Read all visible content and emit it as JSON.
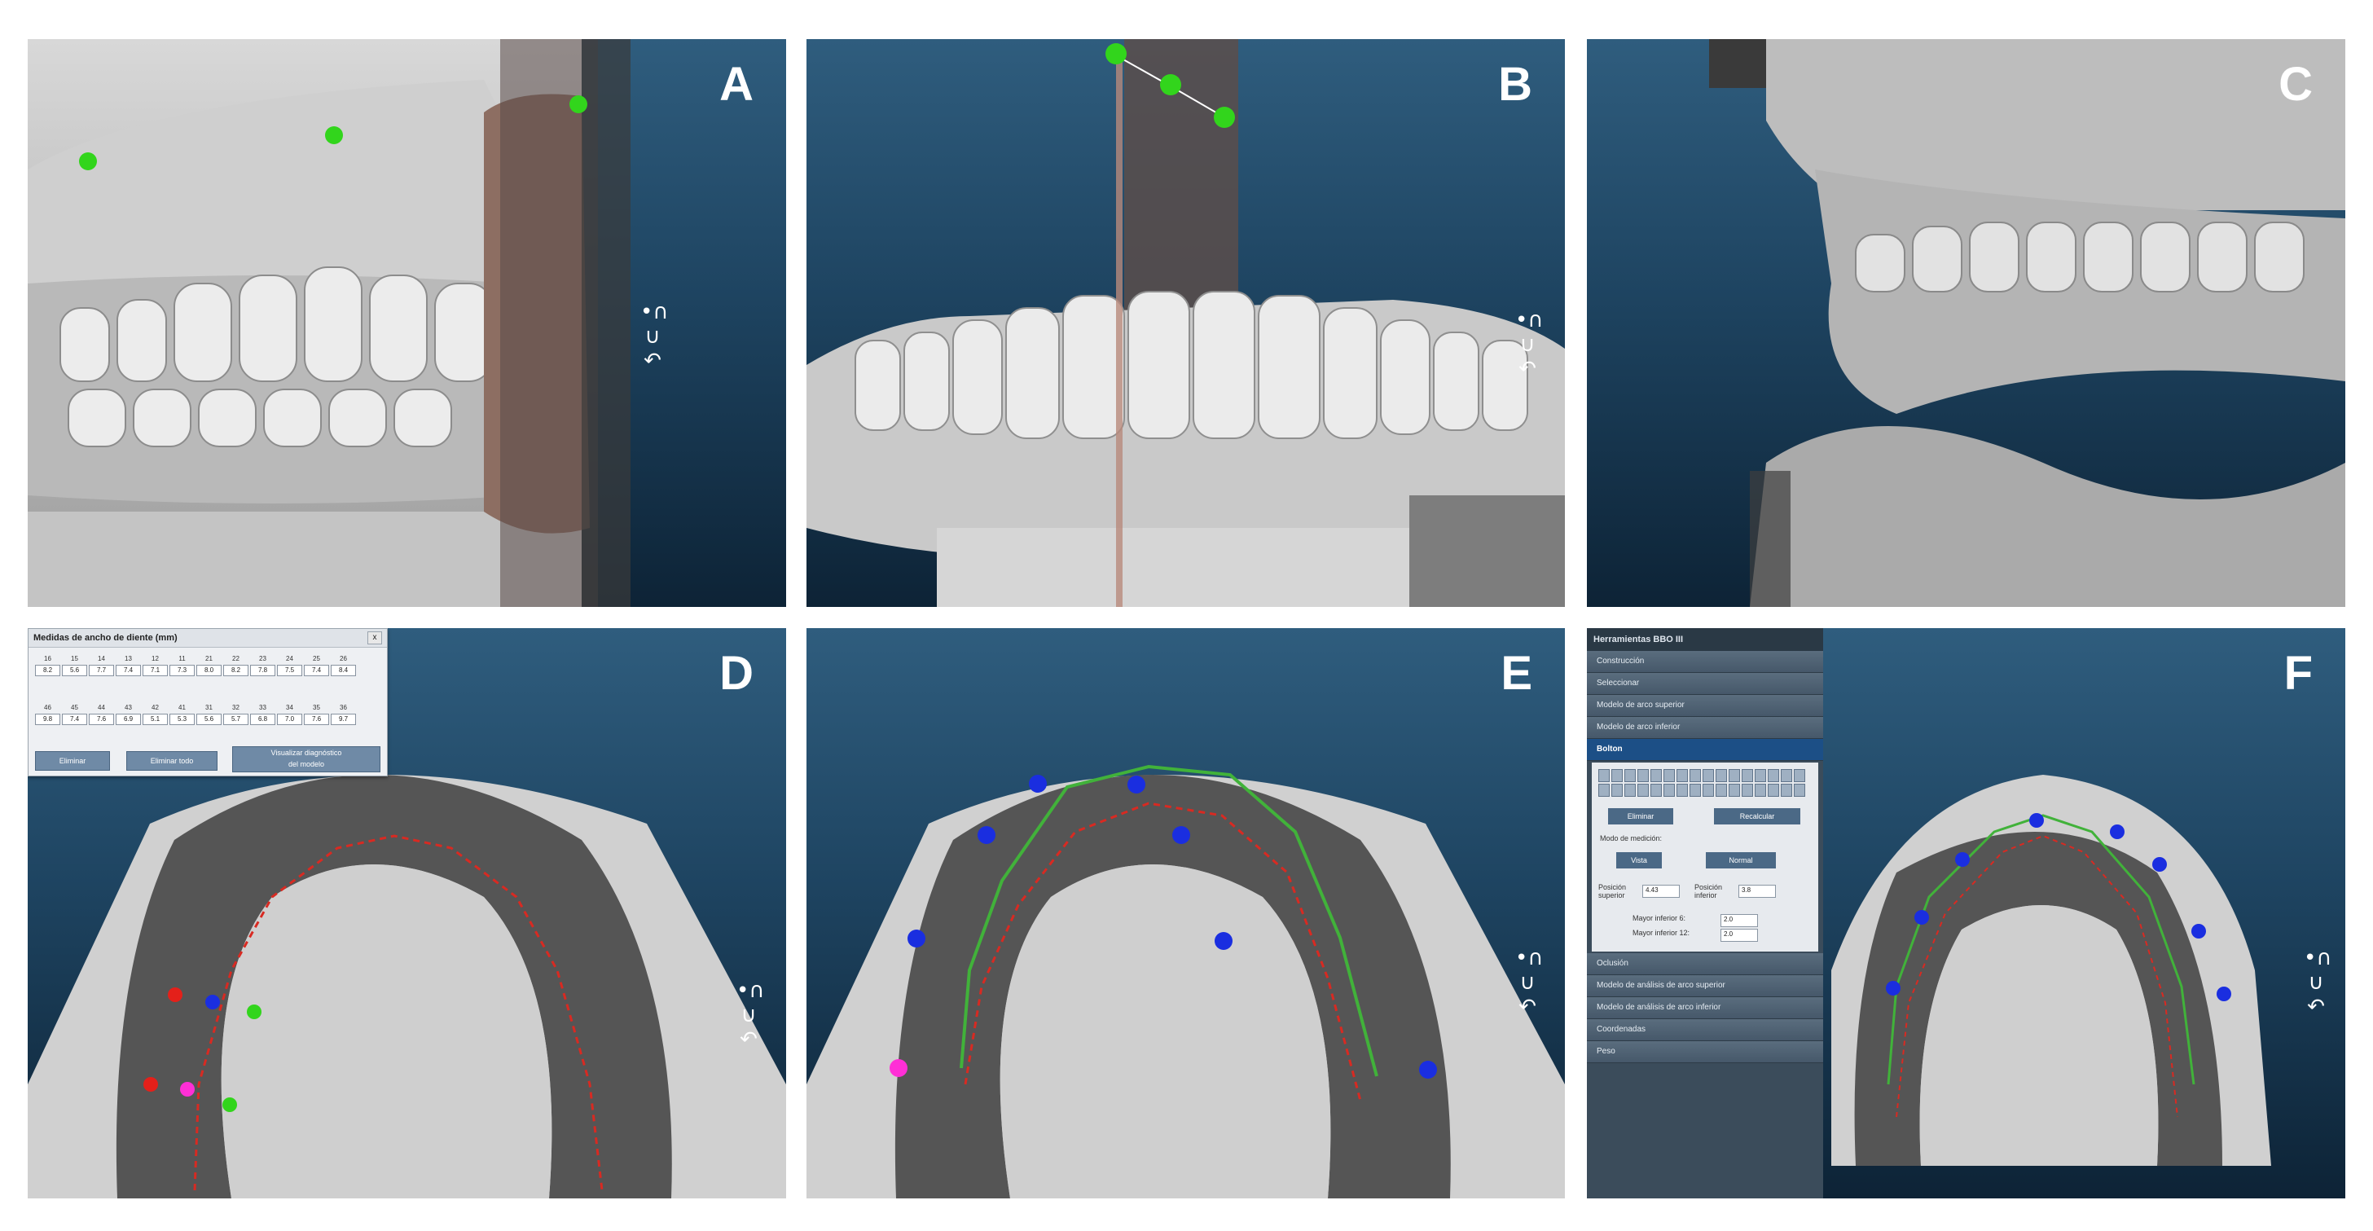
{
  "panels": [
    {
      "id": "A",
      "label": "A"
    },
    {
      "id": "B",
      "label": "B"
    },
    {
      "id": "C",
      "label": "C"
    },
    {
      "id": "D",
      "label": "D"
    },
    {
      "id": "E",
      "label": "E"
    },
    {
      "id": "F",
      "label": "F"
    }
  ],
  "nav_widget": {
    "glyphs": [
      "•∩",
      "∪",
      "↶"
    ]
  },
  "dialog_d": {
    "title": "Medidas de ancho de diente (mm)",
    "close": "x",
    "upper_teeth": [
      "16",
      "15",
      "14",
      "13",
      "12",
      "11",
      "21",
      "22",
      "23",
      "24",
      "25",
      "26"
    ],
    "upper_values": [
      "8.2",
      "5.6",
      "7.7",
      "7.4",
      "7.1",
      "7.3",
      "8.0",
      "8.2",
      "7.8",
      "7.5",
      "7.4",
      "8.4"
    ],
    "lower_teeth": [
      "46",
      "45",
      "44",
      "43",
      "42",
      "41",
      "31",
      "32",
      "33",
      "34",
      "35",
      "36"
    ],
    "lower_values": [
      "9.8",
      "7.4",
      "7.6",
      "6.9",
      "5.1",
      "5.3",
      "5.6",
      "5.7",
      "6.8",
      "7.0",
      "7.6",
      "9.7"
    ],
    "buttons": [
      "Eliminar",
      "Eliminar todo",
      "Visualizar diagnóstico\ndel modelo"
    ]
  },
  "sidebar_f": {
    "title": "Herramientas BBO III",
    "items_top": [
      "Construcción",
      "Seleccionar",
      "Modelo de arco superior",
      "Modelo de arco inferior"
    ],
    "active": "Bolton",
    "buttons_mid": [
      "Eliminar",
      "Recalcular"
    ],
    "mode_label": "Modo de medición:",
    "mode_buttons": [
      "Vista",
      "Normal"
    ],
    "field_labels": [
      "Posición superior",
      "Posición inferior"
    ],
    "field_values": [
      "4.43",
      "3.8"
    ],
    "result_labels": [
      "Mayor inferior 6:",
      "Mayor inferior 12:"
    ],
    "result_values": [
      "2.0",
      "2.0"
    ],
    "items_bottom": [
      "Oclusión",
      "Modelo de análisis de arco superior",
      "Modelo de análisis de arco inferior",
      "Coordenadas",
      "Peso"
    ]
  },
  "colors": {
    "landmark_green": "#32d51c",
    "landmark_blue": "#1a2ee0",
    "landmark_red": "#e4201a",
    "landmark_magenta": "#ff2fd6",
    "arch_line": "#41b23a",
    "bg_top": "#2f5d7e",
    "bg_bottom": "#0d2336"
  }
}
